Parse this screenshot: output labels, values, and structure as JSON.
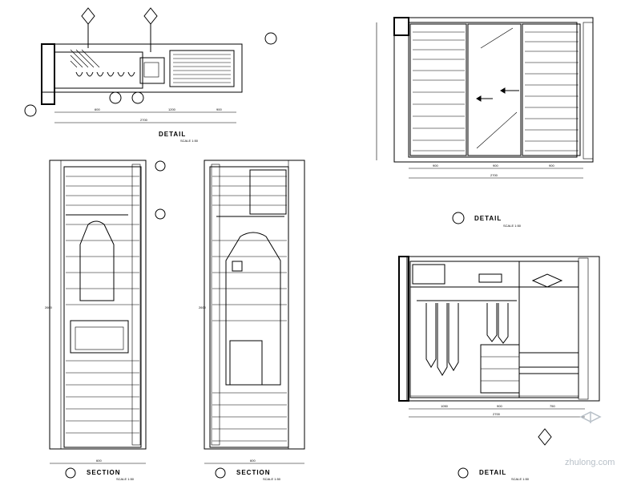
{
  "panels": {
    "plan": {
      "title": "DETAIL",
      "scale": "SCALE 1:50",
      "width": "2700"
    },
    "elevation_top": {
      "title": "DETAIL",
      "scale": "SCALE 1:50",
      "width": "2700"
    },
    "section_left": {
      "title": "SECTION",
      "scale": "SCALE 1:50",
      "width": "600",
      "height": "2600"
    },
    "section_mid": {
      "title": "SECTION",
      "scale": "SCALE 1:50",
      "width": "600",
      "height": "2600"
    },
    "elevation_bottom": {
      "title": "DETAIL",
      "scale": "SCALE 1:50",
      "width": "2700"
    }
  },
  "dims": {
    "plan_segments": [
      "600",
      "1200",
      "900"
    ],
    "elev_top_segments": [
      "900",
      "900",
      "900"
    ],
    "elev_bottom_segments": [
      "1050",
      "900",
      "750"
    ]
  },
  "watermark": {
    "text": "zhulong.com"
  },
  "colors": {
    "line": "#000000",
    "watermark": "#b8c0c8"
  }
}
